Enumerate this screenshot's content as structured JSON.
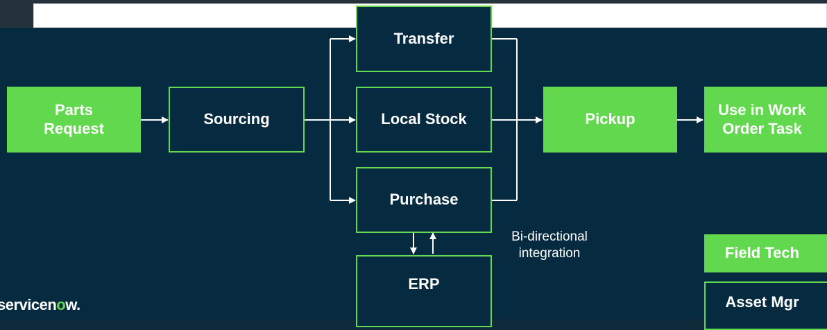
{
  "diagram": {
    "nodes": {
      "parts_request": "Parts\nRequest",
      "sourcing": "Sourcing",
      "transfer": "Transfer",
      "local_stock": "Local Stock",
      "purchase": "Purchase",
      "erp": "ERP",
      "pickup": "Pickup",
      "use_in_work_order": "Use in Work\nOrder Task"
    },
    "note_integration": "Bi-directional\nintegration",
    "legend": {
      "field_tech": "Field Tech",
      "asset_mgr": "Asset Mgr"
    }
  },
  "branding": {
    "logo_prefix": "servicen",
    "logo_o": "o",
    "logo_suffix": "w."
  },
  "colors": {
    "background": "#062a40",
    "accent_green": "#62d84e",
    "text": "#ffffff"
  }
}
